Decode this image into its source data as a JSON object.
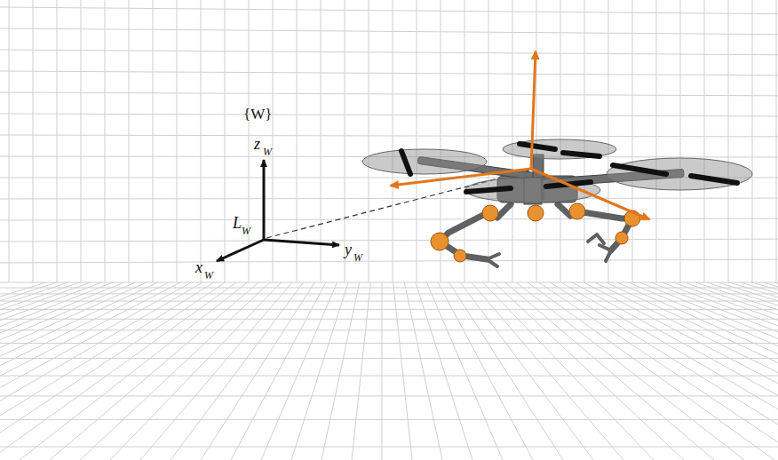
{
  "diagram": {
    "labels": [
      "{W}",
      "z",
      "W",
      "y",
      "W",
      "x",
      "W",
      "L",
      "W"
    ]
  }
}
